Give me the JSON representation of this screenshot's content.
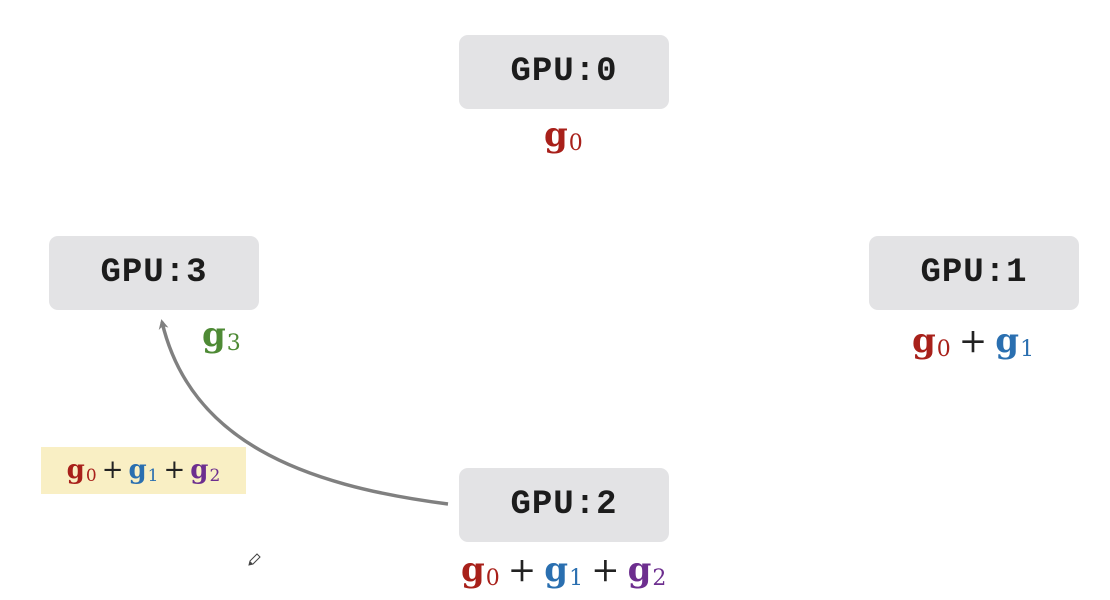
{
  "gpus": [
    {
      "label": "GPU:0"
    },
    {
      "label": "GPU:1"
    },
    {
      "label": "GPU:2"
    },
    {
      "label": "GPU:3"
    }
  ],
  "gradients": {
    "g_letter": "g",
    "plus": "+",
    "sub0": "0",
    "sub1": "1",
    "sub2": "2",
    "sub3": "3"
  },
  "colors": {
    "g0": "#a8201a",
    "g1": "#2a6fb0",
    "g2": "#6d2e8f",
    "g3": "#4e8a35",
    "box": "#e3e3e5",
    "highlight": "#f9efc4",
    "arrow": "#808080"
  }
}
